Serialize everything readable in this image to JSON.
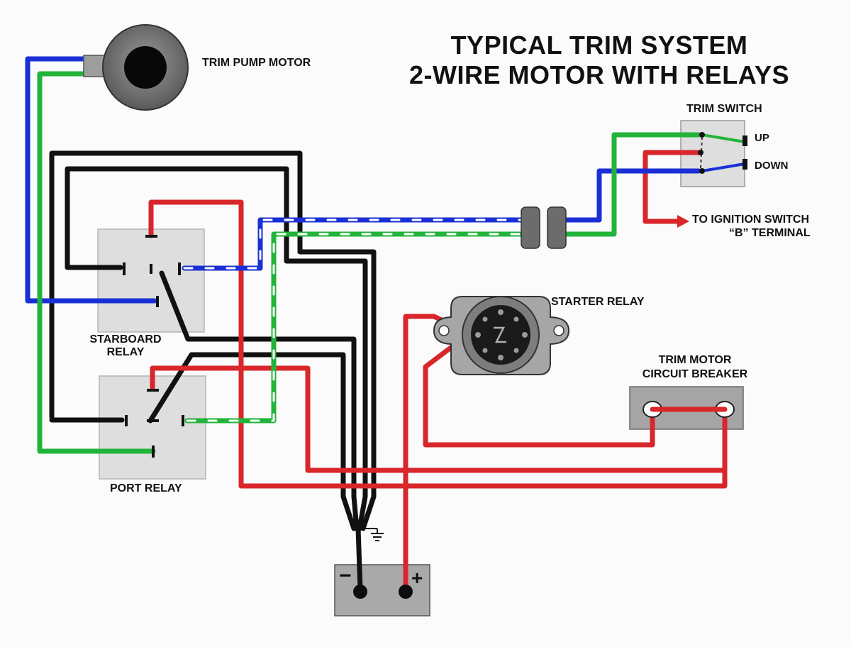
{
  "title": {
    "line1": "TYPICAL TRIM SYSTEM",
    "line2": "2-WIRE MOTOR WITH RELAYS"
  },
  "labels": {
    "trim_pump_motor": "TRIM PUMP MOTOR",
    "trim_switch": "TRIM SWITCH",
    "up": "UP",
    "down": "DOWN",
    "ignition_line1": "TO IGNITION SWITCH",
    "ignition_line2": "“B” TERMINAL",
    "starter_relay": "STARTER RELAY",
    "breaker_line1": "TRIM MOTOR",
    "breaker_line2": "CIRCUIT BREAKER",
    "starboard_line1": "STARBOARD",
    "starboard_line2": "RELAY",
    "port_relay": "PORT RELAY",
    "battery_negative": "−",
    "battery_positive": "+"
  },
  "colors": {
    "wire_black": "#111111",
    "wire_red": "#d8262b",
    "wire_blue": "#1a2fd6",
    "wire_green": "#22b33a",
    "relay_fill": "#dedede",
    "component_gray": "#8a8a8a"
  }
}
